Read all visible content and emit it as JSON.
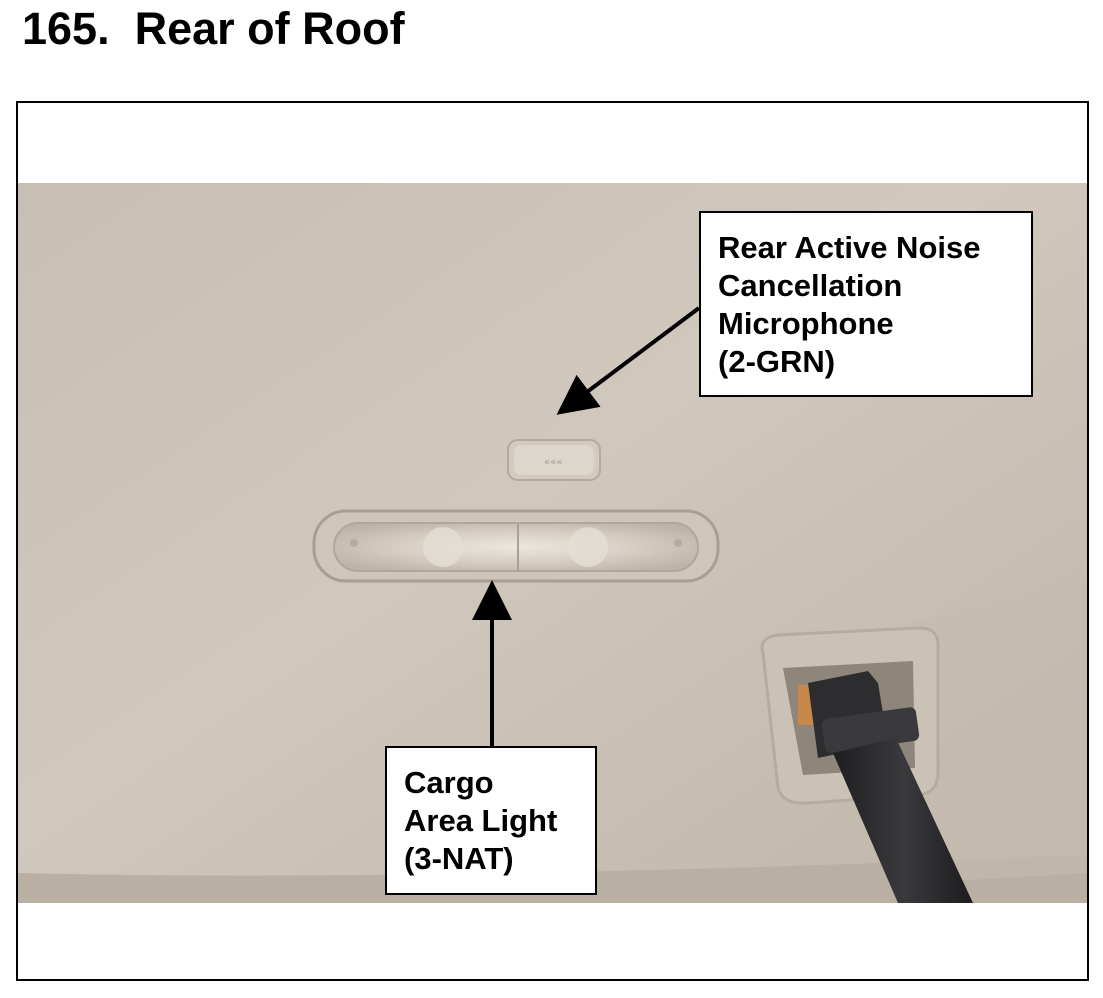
{
  "page": {
    "title": "165.  Rear of Roof"
  },
  "callouts": {
    "microphone": {
      "lines": [
        "Rear Active Noise",
        "Cancellation",
        "Microphone",
        "(2-GRN)"
      ]
    },
    "cargo_light": {
      "lines": [
        "Cargo",
        "Area Light",
        "(3-NAT)"
      ]
    }
  },
  "colors": {
    "headliner": "#cbc3b8",
    "trim": "#d4ccc2",
    "belt": "#2a2a2c",
    "label_border": "#000000"
  }
}
